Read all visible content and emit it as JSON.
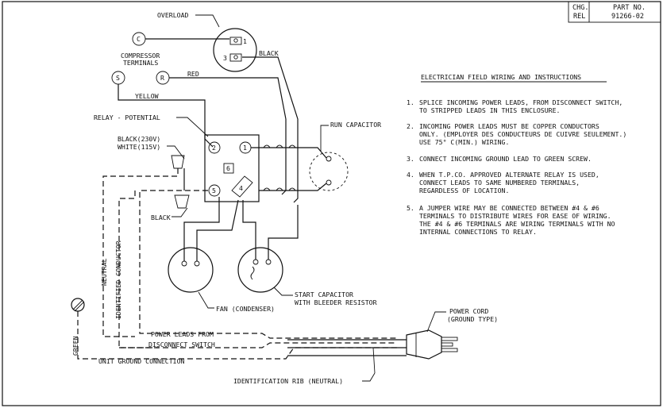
{
  "title_block": {
    "chg": "CHG.",
    "rel": "REL",
    "part_no_label": "PART NO.",
    "part_no": "91266-02"
  },
  "labels": {
    "overload": "OVERLOAD",
    "black": "BLACK",
    "compressor_terminals_1": "COMPRESSOR",
    "compressor_terminals_2": "TERMINALS",
    "red": "RED",
    "yellow": "YELLOW",
    "relay_potential": "RELAY - POTENTIAL",
    "run_capacitor": "RUN CAPACITOR",
    "black_230v": "BLACK(230V)",
    "white_115v": "WHITE(115V)",
    "black_lower": "BLACK",
    "fan_condenser": "FAN (CONDENSER)",
    "start_capacitor_1": "START CAPACITOR",
    "start_capacitor_2": "WITH BLEEDER RESISTOR",
    "neutral": "NEUTRAL",
    "identified_conductor": "IDENTIFIED CONDUCTOR",
    "green": "GREEN",
    "power_leads_1": "POWER LEADS FROM",
    "power_leads_2": "DISCONNECT SWITCH",
    "unit_ground": "UNIT GROUND CONNECTION",
    "power_cord_1": "POWER CORD",
    "power_cord_2": "(GROUND TYPE)",
    "identification_rib": "IDENTIFICATION RIB (NEUTRAL)"
  },
  "terminals": {
    "c": "C",
    "s": "S",
    "r": "R",
    "overload_1": "1",
    "overload_3": "3",
    "relay_1": "1",
    "relay_2": "2",
    "relay_4": "4",
    "relay_5": "5",
    "relay_6": "6"
  },
  "instructions": {
    "heading": "ELECTRICIAN FIELD WIRING AND INSTRUCTIONS",
    "items": [
      {
        "num": "1.",
        "lines": [
          "SPLICE INCOMING POWER LEADS, FROM DISCONNECT SWITCH,",
          "TO STRIPPED LEADS IN THIS ENCLOSURE."
        ]
      },
      {
        "num": "2.",
        "lines": [
          "INCOMING POWER LEADS MUST BE COPPER CONDUCTORS",
          "ONLY. (EMPLOYER DES CONDUCTEURS DE CUIVRE SEULEMENT.)",
          "USE 75° C(MIN.) WIRING."
        ]
      },
      {
        "num": "3.",
        "lines": [
          "CONNECT INCOMING GROUND LEAD TO GREEN SCREW."
        ]
      },
      {
        "num": "4.",
        "lines": [
          "WHEN T.P.CO. APPROVED ALTERNATE RELAY IS USED,",
          "CONNECT LEADS TO SAME NUMBERED TERMINALS,",
          "REGARDLESS OF LOCATION."
        ]
      },
      {
        "num": "5.",
        "lines": [
          "A JUMPER WIRE MAY BE CONNECTED BETWEEN #4 & #6",
          "TERMINALS TO DISTRIBUTE WIRES FOR EASE OF WIRING.",
          "THE #4 & #6 TERMINALS ARE WIRING TERMINALS WITH NO",
          "INTERNAL CONNECTIONS TO RELAY."
        ]
      }
    ]
  }
}
